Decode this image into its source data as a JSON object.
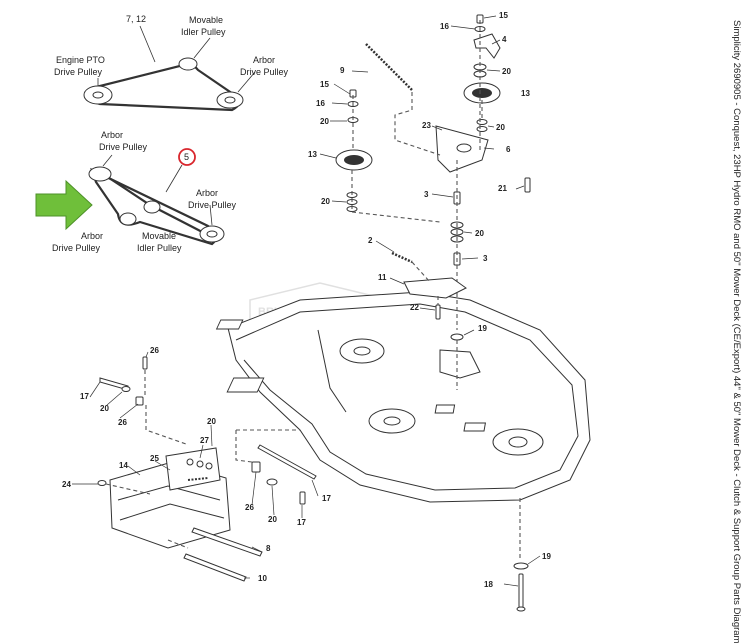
{
  "title": "Simplicity 2690905 - Conquest, 23HP Hydro RMO and 50\" Mower Deck (CE/Export) 44\" & 50\" Mower Deck - Clutch & Support Group Parts Diagram",
  "watermark": "BRIGGS&STRATTON",
  "belt_diagram_1": {
    "label_7_12": "7, 12",
    "movable_idler_1": "Movable",
    "movable_idler_2": "Idler Pulley",
    "engine_pto_1": "Engine PTO",
    "engine_pto_2": "Drive Pulley",
    "arbor_1": "Arbor",
    "arbor_2": "Drive Pulley"
  },
  "belt_diagram_2": {
    "arbor_top_1": "Arbor",
    "arbor_top_2": "Drive Pulley",
    "label_5": "5",
    "arbor_right_1": "Arbor",
    "arbor_right_2": "Drive Pulley",
    "arbor_left_1": "Arbor",
    "arbor_left_2": "Drive Pulley",
    "movable_1": "Movable",
    "movable_2": "Idler Pulley"
  },
  "part_numbers": {
    "p15a": "15",
    "p16a": "16",
    "p4": "4",
    "p9": "9",
    "p20a": "20",
    "p13a": "13",
    "p15b": "15",
    "p16b": "16",
    "p20b": "20",
    "p23": "23",
    "p20c": "20",
    "p13b": "13",
    "p6": "6",
    "p20d": "20",
    "p3a": "3",
    "p21": "21",
    "p20e": "20",
    "p2": "2",
    "p3b": "3",
    "p11": "11",
    "p22": "22",
    "p19a": "19",
    "p26a": "26",
    "p17a": "17",
    "p20f": "20",
    "p26b": "26",
    "p20g": "20",
    "p27": "27",
    "p25": "25",
    "p14": "14",
    "p24": "24",
    "p17b": "17",
    "p26c": "26",
    "p20h": "20",
    "p17c": "17",
    "p8": "8",
    "p10": "10",
    "p19b": "19",
    "p18": "18"
  },
  "colors": {
    "arrow": "#6fbf3a",
    "highlight_circle": "#d9272e",
    "line": "#333333"
  }
}
